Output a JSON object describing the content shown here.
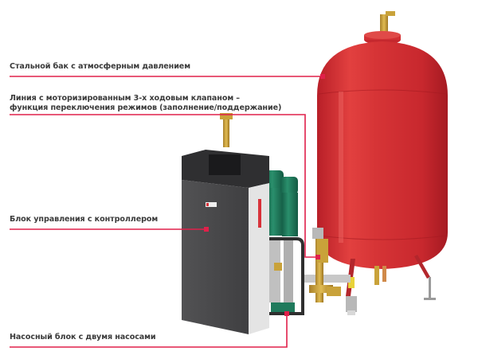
{
  "diagram": {
    "accent_color": "#e0204a",
    "labels": [
      {
        "id": "tank",
        "text": "Стальной бак с атмосферным давлением"
      },
      {
        "id": "valve_line_1",
        "text": "Линия с моторизированным 3-х ходовым клапаном –"
      },
      {
        "id": "valve_line_2",
        "text": "функция переключения режимов (заполнение/поддержание)"
      },
      {
        "id": "control",
        "text": "Блок управления с контроллером"
      },
      {
        "id": "pumps",
        "text": "Насосный блок с двумя насосами"
      }
    ],
    "components": {
      "tank_color": "#d42c33",
      "cabinet_color": "#4a4a4c",
      "pump_color": "#1f7a5c",
      "brass_color": "#c9a23a"
    }
  }
}
